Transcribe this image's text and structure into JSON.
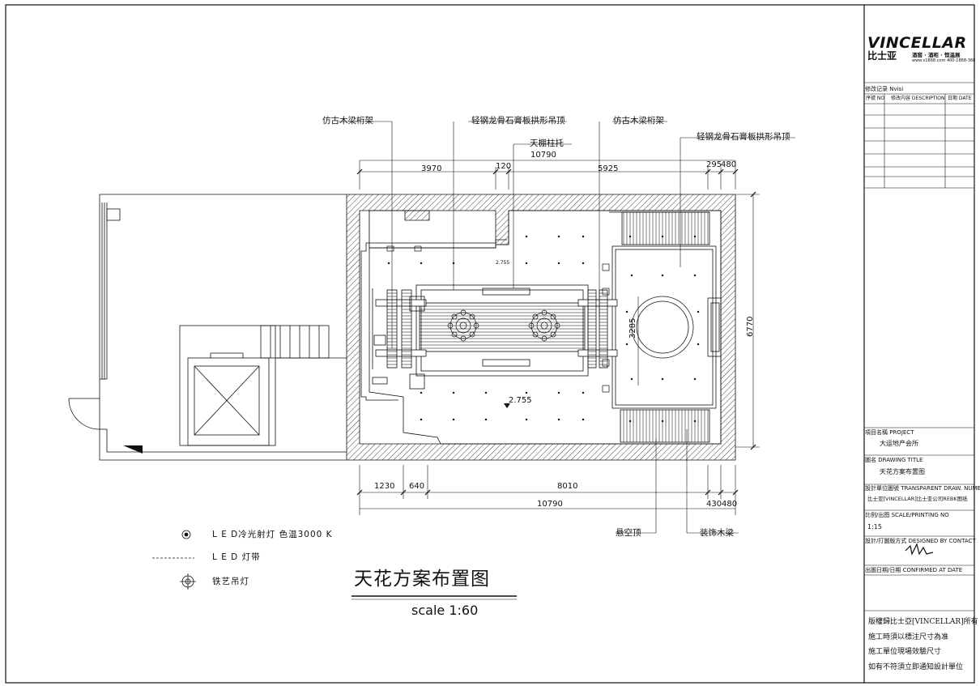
{
  "title": "天花方案布置图",
  "scale": "scale 1:60",
  "callouts": {
    "beam_truss_left": "仿古木梁桁架",
    "gypsum_arch_1": "轻钢龙骨石膏板拱形吊顶",
    "ceiling_support": "天棚柱托",
    "beam_truss_right": "仿古木梁桁架",
    "gypsum_arch_2": "轻钢龙骨石膏板拱形吊顶",
    "suspended_ceiling": "悬空顶",
    "deco_beam": "装饰木梁"
  },
  "dimensions": {
    "top_total": "10790",
    "top_a": "3970",
    "top_b": "120",
    "top_c": "5925",
    "top_d": "295",
    "top_e": "480",
    "bottom_a": "1230",
    "bottom_b": "640",
    "bottom_c": "8010",
    "bottom_total": "10790",
    "bottom_d": "430",
    "bottom_e": "480",
    "right_height": "6770",
    "inner_height": "3285"
  },
  "elevations": {
    "main": "2.755",
    "small": "2.755"
  },
  "legend": {
    "led_spot": "L E D冷光射灯   色温3000 K",
    "led_strip": "L E D    灯带",
    "iron_lamp": "铁艺吊灯"
  },
  "title_block": {
    "brand": "VINCELLAR",
    "brand_cn": "比士亚",
    "brand_tagline": "酒窖 · 酒柜 · 恒温展",
    "brand_contact": "www.v1868.com  400-1868-368",
    "revision_header": "修改记录 Nvisi",
    "rev_no_label": "序號 NO",
    "rev_content_label": "修改内容 DESCRIPTION",
    "rev_date_label": "日期 DATE",
    "project_name_label": "項目名稱 PROJECT",
    "project_name": "大运地产会所",
    "drawing_name_label": "圖名 DRAWING TITLE",
    "drawing_name": "天花方案布置图",
    "drawing_no_label": "設計單位圖號  TRANSPARENT DRAW. NUMB",
    "drawing_no": "比士亚[VINCELLAR]比士亚公司REBK图纸",
    "scale_label": "比例/出图 SCALE/PRINTING  NO",
    "scale_value": "1:15",
    "designer_label": "設計/打圖版方式    DESIGNED BY  CONTACT",
    "date_label": "出圖日期/日期    CONFIRMED AT DATE",
    "notes": [
      "版權歸比士亞[VINCELLAR]所有",
      "施工時須以標注尺寸為准",
      "施工單位現場效驗尺寸",
      "如有不符須立即通知設計單位"
    ]
  },
  "colors": {
    "line": "#111111",
    "hatch": "#444444"
  }
}
